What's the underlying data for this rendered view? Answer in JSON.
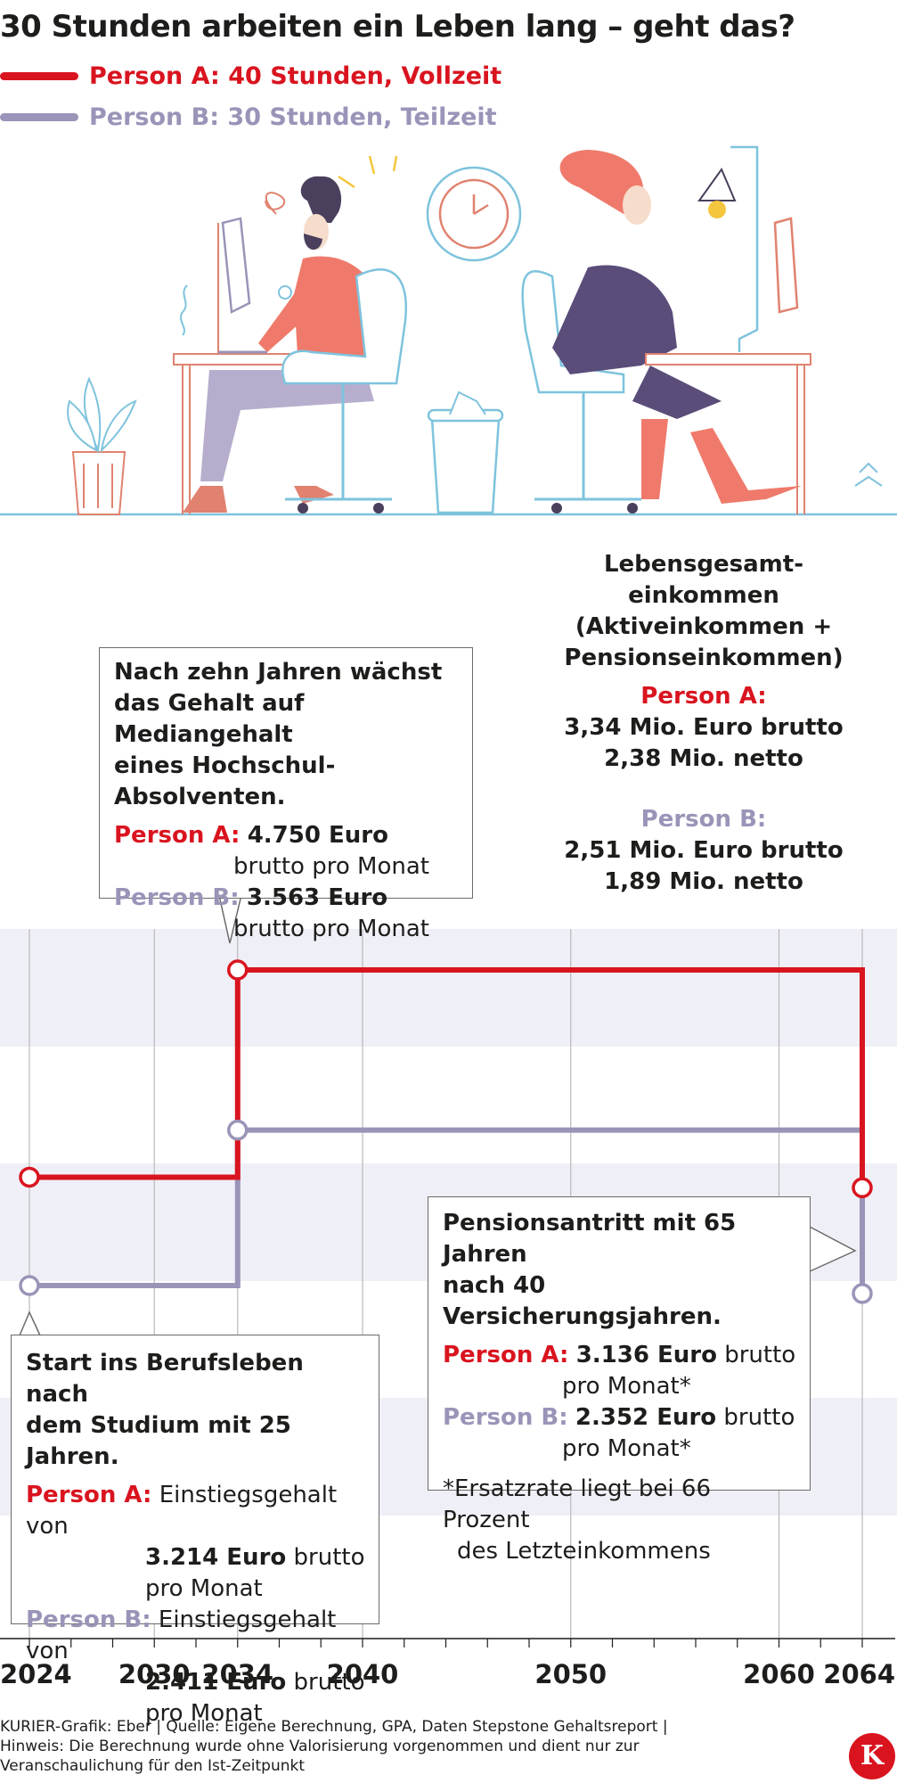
{
  "title": "30 Stunden arbeiten ein Leben lang – geht das?",
  "legend": [
    {
      "label": "Person A: 40 Stunden, Vollzeit",
      "color": "#d9141f"
    },
    {
      "label": "Person B: 30 Stunden, Teilzeit",
      "color": "#9a94b8"
    }
  ],
  "box_top": {
    "heading": "Nach zehn Jahren wächst das Gehalt auf Mediangehalt eines Hochschul-Absolventen.",
    "heading_lines": [
      "Nach zehn Jahren wächst",
      "das Gehalt auf Mediangehalt",
      "eines Hochschul-Absolventen."
    ],
    "a_label": "Person A:",
    "a_value": "4.750 Euro",
    "a_unit": "brutto pro Monat",
    "b_label": "Person B:",
    "b_value": "3.563 Euro",
    "b_unit": "brutto pro Monat"
  },
  "lifetime": {
    "heading_lines": [
      "Lebensgesamt-",
      "einkommen",
      "(Aktiveinkommen +",
      "Pensionseinkommen)"
    ],
    "a_label": "Person A:",
    "a_gross": "3,34 Mio. Euro brutto",
    "a_net": "2,38 Mio. netto",
    "b_label": "Person B:",
    "b_gross": "2,51 Mio. Euro brutto",
    "b_net": "1,89 Mio. netto"
  },
  "box_right": {
    "heading_lines": [
      "Pensionsantritt mit 65 Jahren",
      "nach 40 Versicherungsjahren."
    ],
    "a_label": "Person A:",
    "a_value": "3.136 Euro",
    "a_unit1": "brutto",
    "a_unit2": "pro Monat*",
    "b_label": "Person B:",
    "b_value": "2.352 Euro",
    "b_unit1": "brutto",
    "b_unit2": "pro Monat*",
    "note_lines": [
      "*Ersatzrate liegt bei 66 Prozent",
      "des Letzteinkommens"
    ]
  },
  "box_left": {
    "heading_lines": [
      "Start ins Berufsleben nach",
      "dem Studium mit 25 Jahren."
    ],
    "a_label": "Person A:",
    "a_text": "Einstiegsgehalt von",
    "a_value": "3.214 Euro",
    "a_unit1": "brutto",
    "a_unit2": "pro Monat",
    "b_label": "Person B:",
    "b_text": "Einstiegsgehalt von",
    "b_value": "2.411 Euro",
    "b_unit1": "brutto",
    "b_unit2": "pro Monat"
  },
  "chart_data": {
    "type": "line",
    "step": true,
    "x_ticks": [
      2024,
      2030,
      2034,
      2040,
      2050,
      2060,
      2064
    ],
    "tick_labels": [
      "2024",
      "2030",
      "2034",
      "2040",
      "2050",
      "2060",
      "2064"
    ],
    "xlim": [
      2024,
      2064
    ],
    "ylim": [
      2000,
      5000
    ],
    "y_axis_labels": false,
    "grid": "vertical lines at ticks, alternating horizontal bands",
    "series": [
      {
        "name": "Person A: 40 Stunden, Vollzeit",
        "color": "#d9141f",
        "points": [
          [
            2024,
            3214
          ],
          [
            2034,
            3214
          ],
          [
            2034,
            4750
          ],
          [
            2064,
            4750
          ],
          [
            2064,
            3136
          ]
        ],
        "markers": [
          [
            2024,
            3214
          ],
          [
            2034,
            4750
          ],
          [
            2064,
            3136
          ]
        ]
      },
      {
        "name": "Person B: 30 Stunden, Teilzeit",
        "color": "#9a94b8",
        "points": [
          [
            2024,
            2411
          ],
          [
            2034,
            2411
          ],
          [
            2034,
            3563
          ],
          [
            2064,
            3563
          ],
          [
            2064,
            2352
          ]
        ],
        "markers": [
          [
            2024,
            2411
          ],
          [
            2034,
            3563
          ],
          [
            2064,
            2352
          ]
        ]
      }
    ]
  },
  "footer_lines": [
    "KURIER-Grafik: Eber | Quelle: Eigene Berechnung, GPA, Daten Stepstone Gehaltsreport |",
    "Hinweis: Die Berechnung wurde ohne Valorisierung vorgenommen und dient nur zur",
    "Veranschaulichung für den Ist-Zeitpunkt"
  ],
  "logo_text": "K"
}
